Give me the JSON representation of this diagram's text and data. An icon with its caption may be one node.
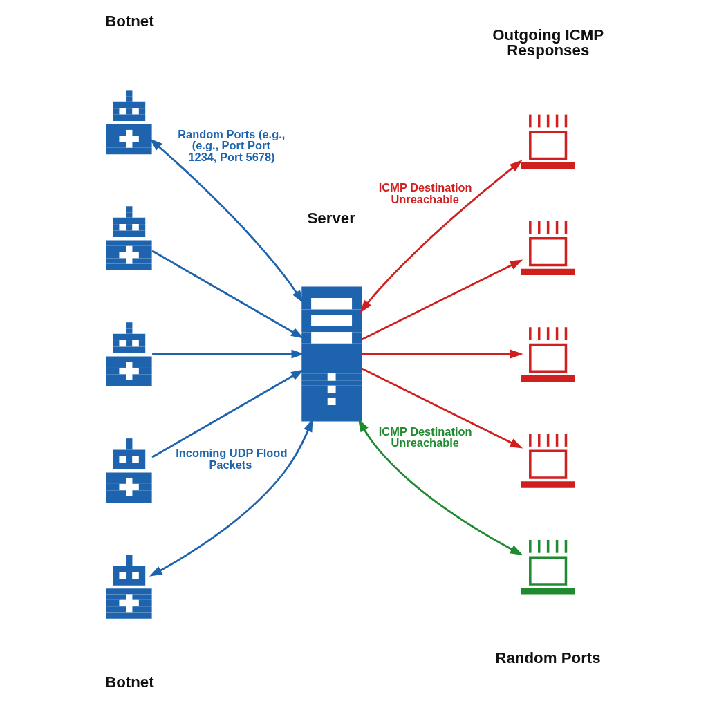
{
  "diagram": {
    "nodes": [
      {
        "text": [],
        "shape": "picture"
      },
      {
        "text": [],
        "shape": "picture"
      },
      {
        "text": [],
        "shape": "picture"
      },
      {
        "text": [],
        "shape": "picture"
      },
      {
        "text": [],
        "shape": "picture"
      },
      {
        "text": [],
        "shape": "picture"
      },
      {
        "text": [],
        "shape": "picture"
      },
      {
        "text": [],
        "shape": "picture"
      },
      {
        "text": [],
        "shape": "picture"
      },
      {
        "text": [],
        "shape": "picture"
      },
      {
        "text": [],
        "shape": "picture"
      }
    ],
    "edges": [
      {
        "from": 0,
        "to": 5,
        "arrow": "both",
        "label": "Random Ports (e.g., (e.g., Port Port 1234, Port 5678)"
      },
      {
        "from": 1,
        "to": 5,
        "arrow": "to"
      },
      {
        "from": 2,
        "to": 5,
        "arrow": "to"
      },
      {
        "from": 3,
        "to": 5,
        "arrow": "to"
      },
      {
        "from": 4,
        "to": 5,
        "arrow": "both",
        "label": "Incoming UDP Flood Packets"
      },
      {
        "from": 5,
        "to": 6,
        "arrow": "both",
        "label": "ICMP Destination Unreachable",
        "color": "#d01f1f"
      },
      {
        "from": 5,
        "to": 7,
        "arrow": "to",
        "color": "#d01f1f"
      },
      {
        "from": 5,
        "to": 8,
        "arrow": "to",
        "color": "#d01f1f"
      },
      {
        "from": 5,
        "to": 9,
        "arrow": "to",
        "color": "#d01f1f"
      },
      {
        "from": 5,
        "to": 10,
        "arrow": "both",
        "label": "ICMP Destination Unreachable",
        "color": "#1f8a2f"
      }
    ],
    "labels": [
      "Botnet",
      "Server",
      "Outgoing ICMP Responses",
      "Botnet",
      "Random Ports"
    ]
  }
}
